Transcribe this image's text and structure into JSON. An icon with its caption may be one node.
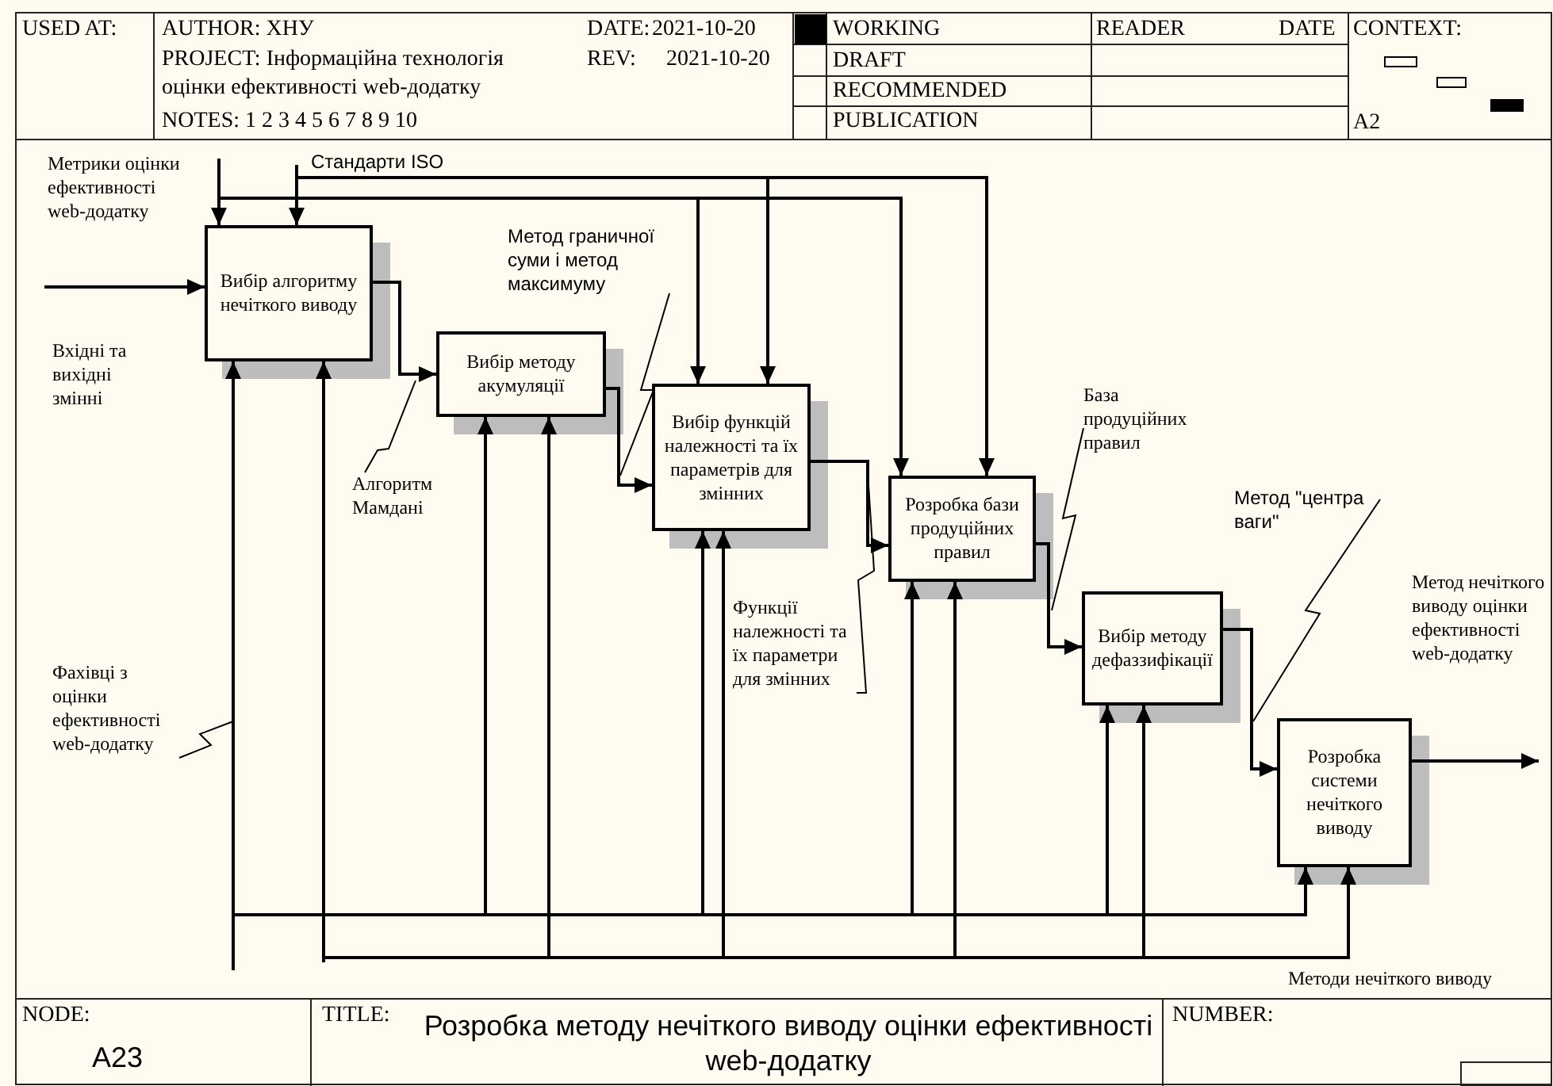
{
  "diagram": {
    "title": "Розробка методу нечіткого виводу оцінки ефективності web-додатку",
    "nodes": [
      {
        "text": [
          "Вибір алгоритму нечіткого виводу"
        ]
      },
      {
        "text": [
          "Вибір методу акумуляції"
        ]
      },
      {
        "text": [
          "Вибір функцій належності та їх параметрів для змінних"
        ]
      },
      {
        "text": [
          "Розробка бази продуційних правил"
        ]
      },
      {
        "text": [
          "Вибір методу дефаззифікації"
        ]
      },
      {
        "text": [
          "Розробка системи нечіткого виводу"
        ]
      },
      {
        "text": [
          "Алгоритм Мамдані"
        ]
      },
      {
        "text": [
          "Метод граничної суми і метод максимуму"
        ]
      },
      {
        "text": [
          "Функції належності та їх параметри для змінних"
        ]
      },
      {
        "text": [
          "База продуційних правил"
        ]
      },
      {
        "text": [
          "Метод \"центра ваги\""
        ]
      },
      {
        "text": [
          "Фахівці з оцінки ефективності web-додатку"
        ]
      }
    ],
    "edges": [
      {
        "from": 0,
        "to": 1,
        "arrow": "to"
      },
      {
        "from": 1,
        "to": 2,
        "arrow": "to"
      },
      {
        "from": 2,
        "to": 3,
        "arrow": "to"
      },
      {
        "from": 3,
        "to": 4,
        "arrow": "to"
      },
      {
        "from": 4,
        "to": 5,
        "arrow": "to"
      },
      {
        "from": null,
        "to": 0,
        "arrow": "to"
      },
      {
        "from": 5,
        "to": null,
        "arrow": "to"
      },
      {
        "from": null,
        "to": 0,
        "arrow": "to"
      },
      {
        "from": null,
        "to": 2,
        "arrow": "to"
      },
      {
        "from": null,
        "to": 3,
        "arrow": "to"
      },
      {
        "from": null,
        "to": 0,
        "arrow": "to"
      },
      {
        "from": null,
        "to": 2,
        "arrow": "to"
      },
      {
        "from": null,
        "to": 3,
        "arrow": "to"
      },
      {
        "from": null,
        "to": 0,
        "arrow": "to"
      },
      {
        "from": null,
        "to": 1,
        "arrow": "to"
      },
      {
        "from": null,
        "to": 2,
        "arrow": "to"
      },
      {
        "from": null,
        "to": 3,
        "arrow": "to"
      },
      {
        "from": null,
        "to": 4,
        "arrow": "to"
      },
      {
        "from": null,
        "to": 5,
        "arrow": "to"
      },
      {
        "from": null,
        "to": 0,
        "arrow": "to"
      },
      {
        "from": null,
        "to": 1,
        "arrow": "to"
      },
      {
        "from": null,
        "to": 2,
        "arrow": "to"
      },
      {
        "from": null,
        "to": 3,
        "arrow": "to"
      },
      {
        "from": null,
        "to": 4,
        "arrow": "to"
      },
      {
        "from": null,
        "to": 5,
        "arrow": "to"
      },
      {
        "from": 6,
        "to": null,
        "arrow": "none"
      },
      {
        "from": 7,
        "to": null,
        "arrow": "none"
      },
      {
        "from": 8,
        "to": null,
        "arrow": "none"
      },
      {
        "from": 9,
        "to": null,
        "arrow": "none"
      },
      {
        "from": 10,
        "to": null,
        "arrow": "none"
      },
      {
        "from": 11,
        "to": null,
        "arrow": "none"
      }
    ],
    "labels": [
      "USED AT:",
      "AUTHOR: ХНУ",
      "DATE:",
      "2021-10-20",
      "WORKING",
      "READER",
      "DATE",
      "CONTEXT:",
      "PROJECT: Інформаційна технологія оцінки ефективності web-додатку",
      "REV:",
      "2021-10-20",
      "DRAFT",
      "RECOMMENDED",
      "NOTES: 1 2 3 4 5 6 7 8 9 10",
      "PUBLICATION",
      "A2",
      "Метрики оцінки ефективності web-додатку",
      "Стандарти ISO",
      "Вхідні та вихідні змінні",
      "Метод нечіткого виводу оцінки ефективності web-додатку",
      "Методи нечіткого виводу",
      "NODE:",
      "A23",
      "TITLE:",
      "NUMBER:"
    ]
  }
}
